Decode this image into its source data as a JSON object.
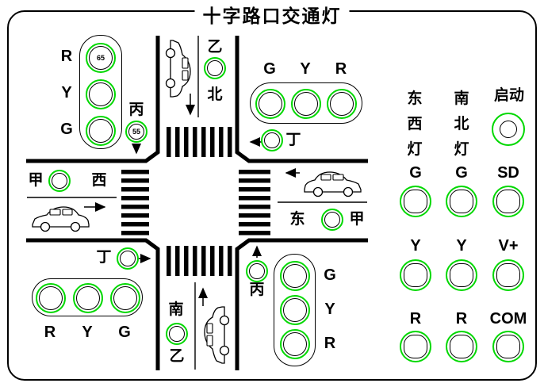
{
  "title": "十字路口交通灯",
  "colors": {
    "green": "#00d800",
    "line": "#000000"
  },
  "lights": {
    "tl": {
      "labels": [
        "R",
        "Y",
        "G"
      ],
      "countdown": "65"
    },
    "tr": {
      "labels": [
        "G",
        "Y",
        "R"
      ]
    },
    "bl": {
      "labels": [
        "R",
        "Y",
        "G"
      ]
    },
    "br": {
      "labels": [
        "G",
        "Y",
        "R"
      ]
    }
  },
  "side_lamps": {
    "west": {
      "before": "甲",
      "after": "西"
    },
    "north": {
      "before": "乙",
      "after": "北"
    },
    "east": {
      "before": "东",
      "after": "甲"
    },
    "south": {
      "before": "南",
      "after": "乙"
    }
  },
  "ped_lamps": {
    "top": {
      "label": "丙",
      "countdown": "55"
    },
    "top_right": {
      "label": "丁"
    },
    "bottom_left": {
      "label": "丁"
    },
    "bottom_right": {
      "label": "丙"
    }
  },
  "panel": {
    "headers": [
      [
        "东",
        "西",
        "灯"
      ],
      [
        "南",
        "北",
        "灯"
      ]
    ],
    "start_label": "启动",
    "rows": [
      [
        "G",
        "G",
        "SD"
      ],
      [
        "Y",
        "Y",
        "V+"
      ],
      [
        "R",
        "R",
        "COM"
      ]
    ]
  }
}
